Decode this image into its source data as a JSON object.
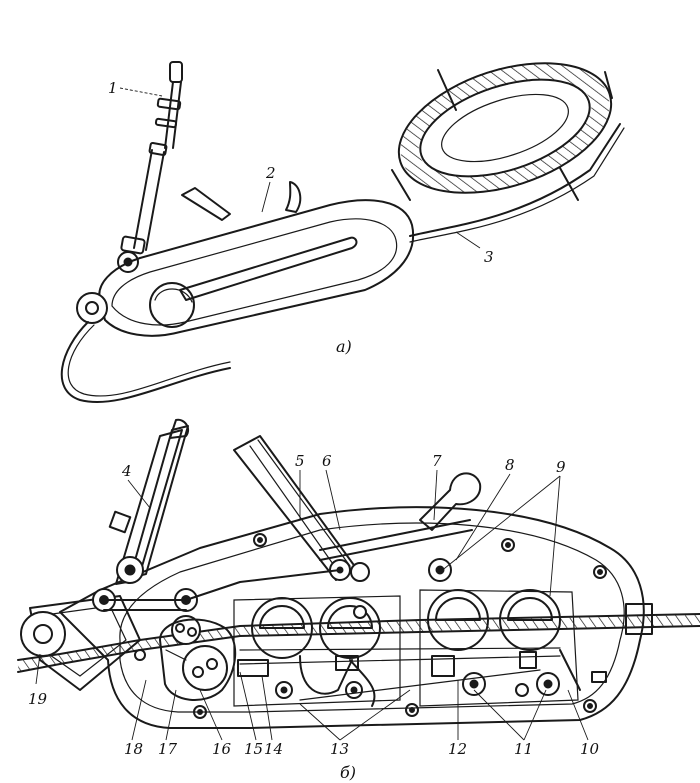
{
  "figure": {
    "caption_a": "а)",
    "caption_b": "б)"
  },
  "labels": {
    "l1": "1",
    "l2": "2",
    "l3": "3",
    "l4": "4",
    "l5": "5",
    "l6": "6",
    "l7": "7",
    "l8": "8",
    "l9": "9",
    "l10": "10",
    "l11": "11",
    "l12": "12",
    "l13": "13",
    "l14": "14",
    "l15": "15",
    "l16": "16",
    "l17": "17",
    "l18": "18",
    "l19": "19"
  }
}
